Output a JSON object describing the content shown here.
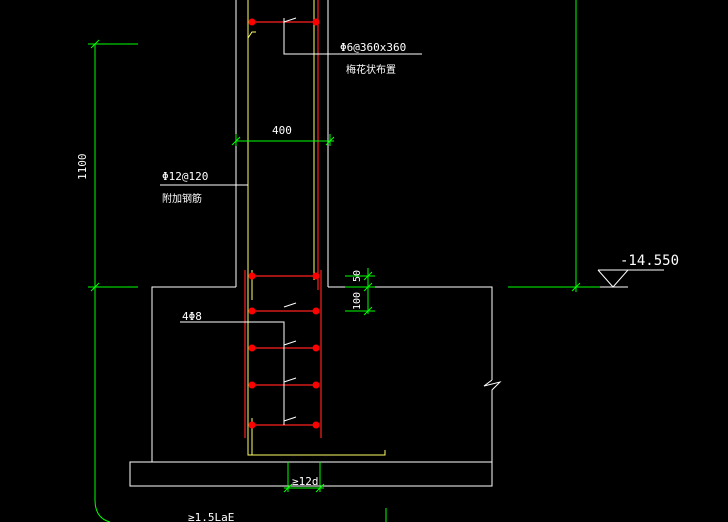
{
  "labels": {
    "stirrup_spec": "Φ6@360x360",
    "stirrup_note": "梅花状布置",
    "wall_width": "400",
    "dim_height": "1100",
    "added_bar_spec": "Φ12@120",
    "added_bar_note": "附加钢筋",
    "elevation": "-14.550",
    "dim_50": "50",
    "dim_100": "100",
    "bars_4": "4Φ8",
    "anchorage_12d": "≥12d",
    "anchorage_lae": "≥1.5LaE"
  },
  "colors": {
    "background": "#000000",
    "outline": "#ffffff",
    "dimension": "#00ff00",
    "rebar": "#ff0000",
    "bar_detail": "#ffff66"
  }
}
